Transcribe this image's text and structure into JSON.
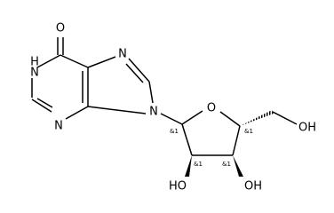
{
  "molecule": {
    "atoms": {
      "carbonyl_oxygen": "O",
      "n1": "N",
      "n1_hydrogen": "H",
      "n3": "N",
      "n7": "N",
      "n9": "N",
      "ring_oxygen": "O",
      "primary_hydroxyl": "OH",
      "hydroxyl_2": "HO",
      "hydroxyl_3": "OH"
    },
    "stereo_labels": {
      "c1_prime": "&1",
      "c2_prime": "&1",
      "c3_prime": "&1",
      "c4_prime": "&1"
    }
  }
}
